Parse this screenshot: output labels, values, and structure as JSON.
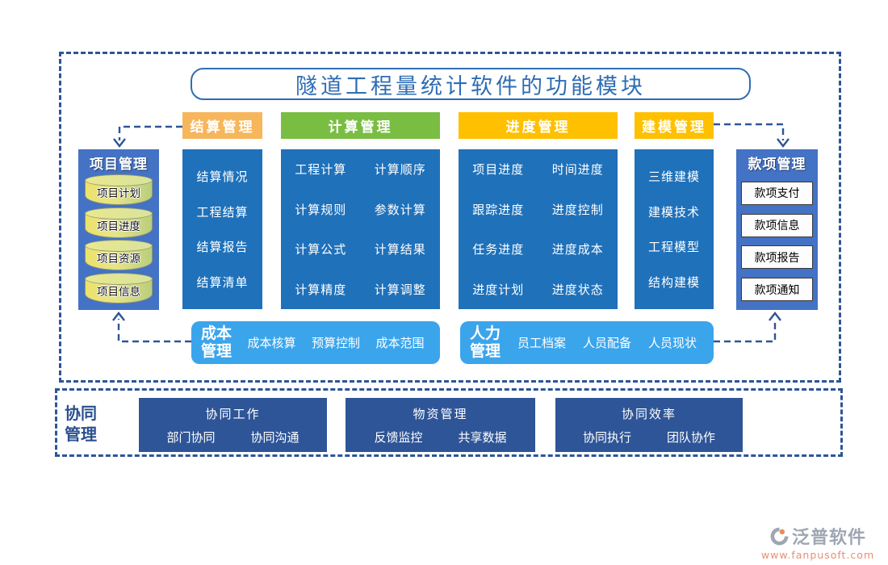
{
  "title": "隧道工程量统计软件的功能模块",
  "columns": [
    {
      "header": "结算管理",
      "header_color": "#F7B65C",
      "items": [
        "结算情况",
        "工程结算",
        "结算报告",
        "结算清单"
      ]
    },
    {
      "header": "计算管理",
      "header_color": "#7ABD43",
      "items": [
        "工程计算",
        "计算顺序",
        "计算规则",
        "参数计算",
        "计算公式",
        "计算结果",
        "计算精度",
        "计算调整"
      ]
    },
    {
      "header": "进度管理",
      "header_color": "#FFC000",
      "items": [
        "项目进度",
        "时间进度",
        "跟踪进度",
        "进度控制",
        "任务进度",
        "进度成本",
        "进度计划",
        "进度状态"
      ]
    },
    {
      "header": "建模管理",
      "header_color": "#FFC000",
      "items": [
        "三维建模",
        "建模技术",
        "工程模型",
        "结构建模"
      ]
    }
  ],
  "project_panel": {
    "title": "项目管理",
    "items": [
      "项目计划",
      "项目进度",
      "项目资源",
      "项目信息"
    ]
  },
  "payment_panel": {
    "title": "款项管理",
    "items": [
      "款项支付",
      "款项信息",
      "款项报告",
      "款项通知"
    ]
  },
  "cost_box": {
    "title_line1": "成本",
    "title_line2": "管理",
    "items": [
      "成本核算",
      "预算控制",
      "成本范围"
    ]
  },
  "hr_box": {
    "title_line1": "人力",
    "title_line2": "管理",
    "items": [
      "员工档案",
      "人员配备",
      "人员现状"
    ]
  },
  "collab_section": {
    "label_line1": "协同",
    "label_line2": "管理",
    "boxes": [
      {
        "title": "协同工作",
        "items": [
          "部门协同",
          "协同沟通"
        ]
      },
      {
        "title": "物资管理",
        "items": [
          "反馈监控",
          "共享数据"
        ]
      },
      {
        "title": "协同效率",
        "items": [
          "协同执行",
          "团队协作"
        ]
      }
    ]
  },
  "watermark": {
    "brand": "泛普软件",
    "url": "www.fanpusoft.com"
  },
  "colors": {
    "primary_blue": "#1F71BA",
    "panel_blue": "#4472C4",
    "sky_blue": "#3BA5EC",
    "dark_blue": "#2E5597",
    "title_blue": "#2F6DB4",
    "accent_orange": "#F7B65C",
    "accent_green": "#7ABD43",
    "accent_gold": "#FFC000",
    "cylinder_yellow_green": "#E6E489",
    "watermark_gray": "#9FA6B3",
    "watermark_orange": "#E78F73"
  }
}
